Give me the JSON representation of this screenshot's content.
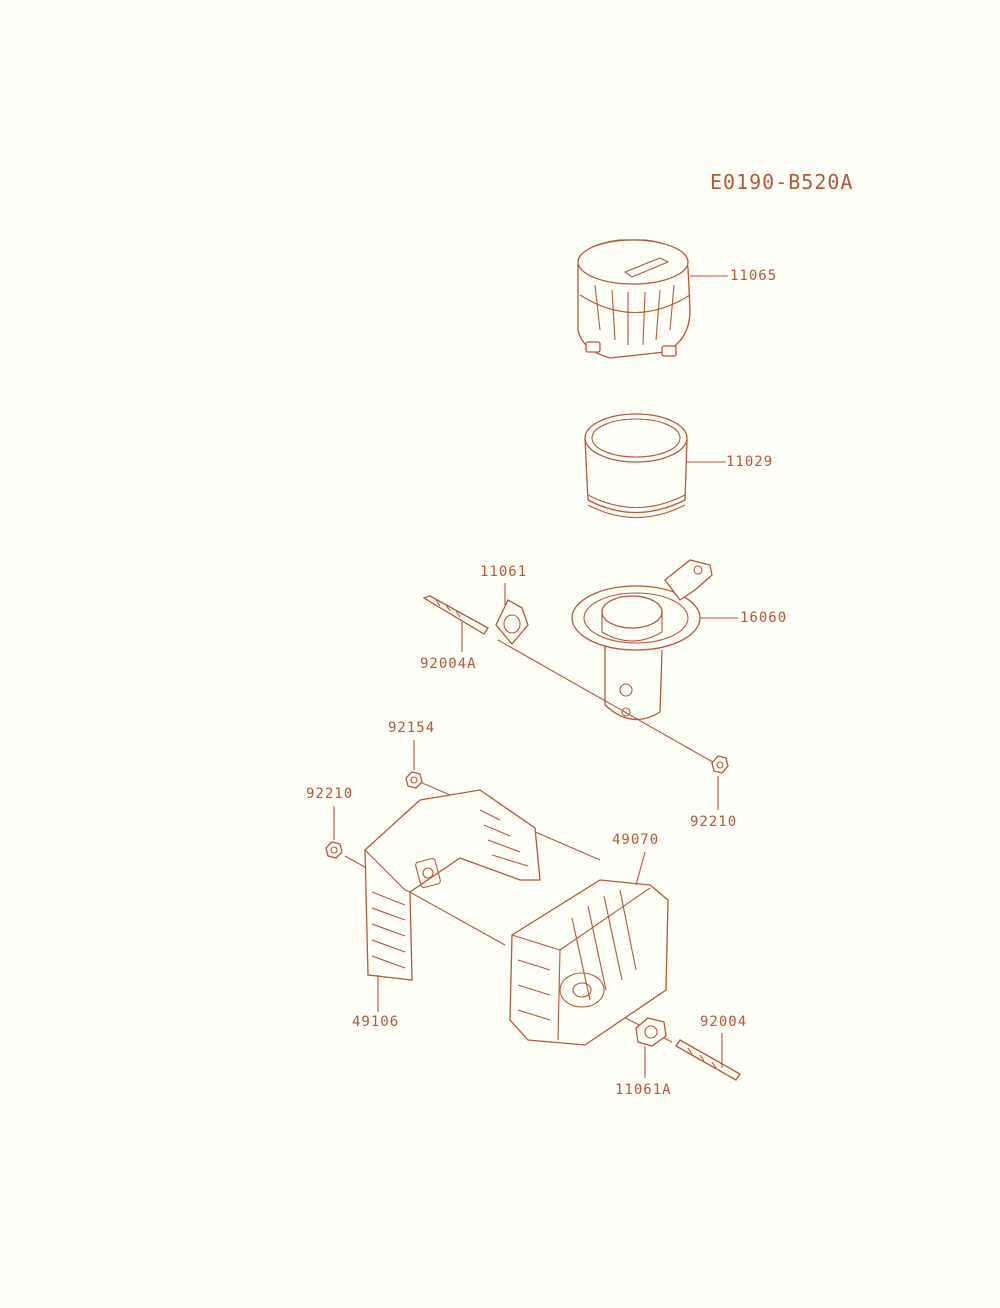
{
  "diagram_code": "E0190-B520A",
  "colors": {
    "ink": "#b5573a",
    "background": "#fffef7"
  },
  "parts": {
    "p11065": "11065",
    "p11029": "11029",
    "p11061": "11061",
    "p16060": "16060",
    "p92004A": "92004A",
    "p92154": "92154",
    "p92210_left": "92210",
    "p92210_right": "92210",
    "p49070": "49070",
    "p49106": "49106",
    "p92004": "92004",
    "p11061A": "11061A"
  }
}
